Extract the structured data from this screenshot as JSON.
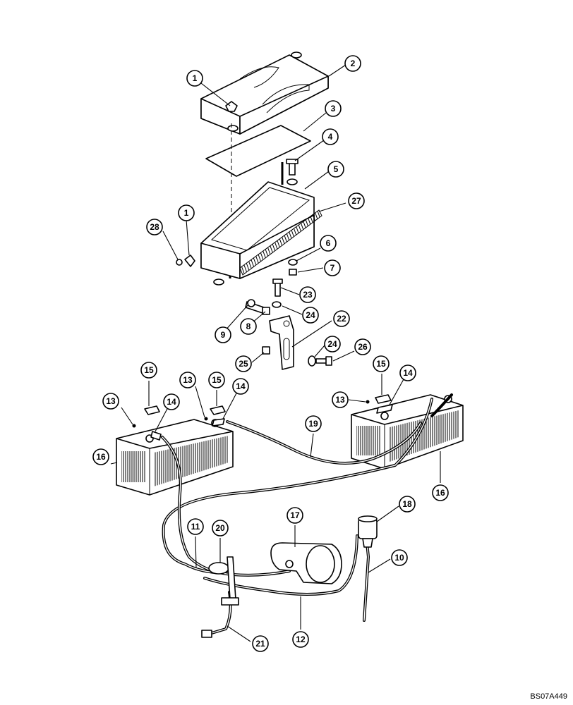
{
  "figure": {
    "reference_code": "BS07A449"
  },
  "callouts": [
    "1",
    "2",
    "3",
    "4",
    "5",
    "27",
    "28",
    "1",
    "6",
    "7",
    "23",
    "24",
    "9",
    "8",
    "22",
    "25",
    "24",
    "26",
    "15",
    "14",
    "13",
    "15",
    "14",
    "13",
    "15",
    "14",
    "13",
    "16",
    "19",
    "16",
    "18",
    "17",
    "11",
    "20",
    "10",
    "12",
    "21"
  ]
}
